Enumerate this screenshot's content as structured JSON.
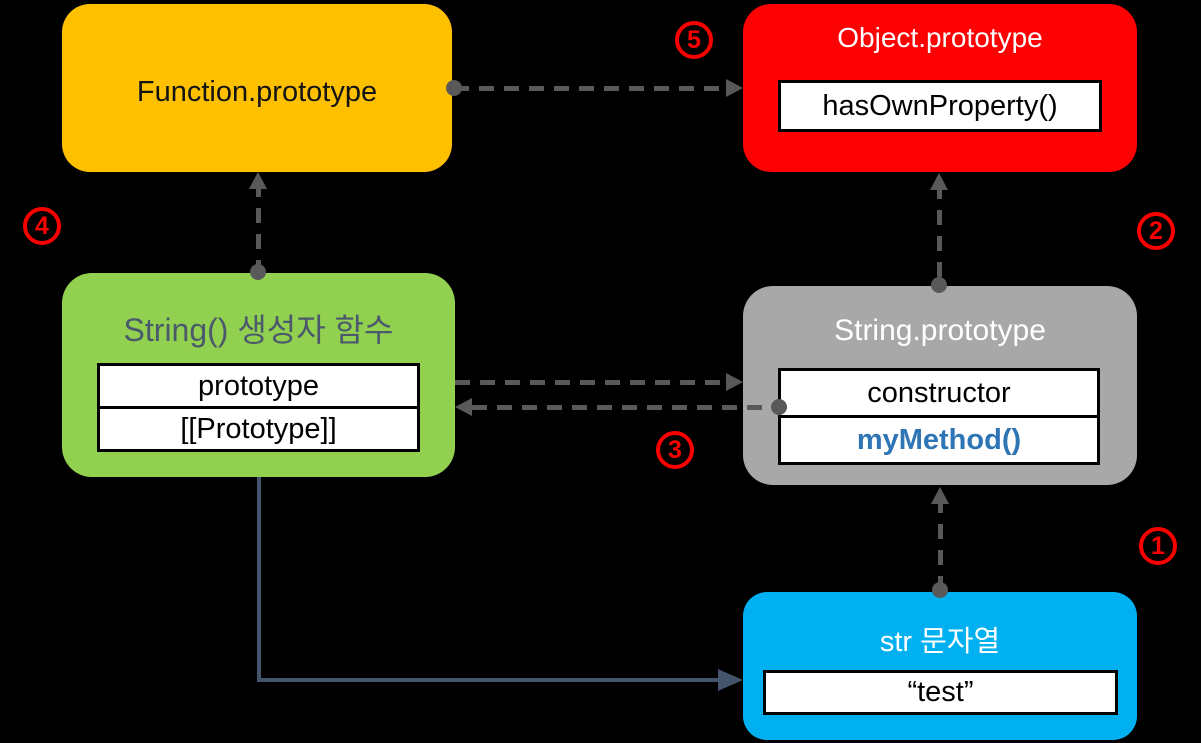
{
  "diagram": {
    "background": "#000000",
    "boxes": {
      "function_prototype": {
        "title": "Function.prototype",
        "fill": "#FFC000",
        "title_color": "#141414",
        "members": []
      },
      "object_prototype": {
        "title": "Object.prototype",
        "fill": "#FD0202",
        "title_color": "#FFFFFF",
        "members": [
          {
            "label": "hasOwnProperty()",
            "color": "#000000"
          }
        ]
      },
      "string_constructor": {
        "title": "String() 생성자 함수",
        "fill": "#92D050",
        "title_color": "#4A5A6C",
        "members": [
          {
            "label": "prototype",
            "color": "#000000"
          },
          {
            "label": "[[Prototype]]",
            "color": "#000000"
          }
        ]
      },
      "string_prototype": {
        "title": "String.prototype",
        "fill": "#A8A8A8",
        "title_color": "#FFFFFF",
        "members": [
          {
            "label": "constructor",
            "color": "#000000"
          },
          {
            "label": "myMethod()",
            "color": "#2E75B6"
          }
        ]
      },
      "str_literal": {
        "title": "str 문자열",
        "fill": "#00B0F0",
        "title_color": "#FFFFFF",
        "members": [
          {
            "label": "“test”",
            "color": "#000000"
          }
        ]
      }
    },
    "badges": [
      {
        "label": "1"
      },
      {
        "label": "2"
      },
      {
        "label": "3"
      },
      {
        "label": "4"
      },
      {
        "label": "5"
      }
    ],
    "connectors": [
      {
        "id": 1,
        "style": "dashed",
        "color": "#595959",
        "from": "str_literal.top",
        "to": "string_prototype.bottom",
        "marker_start": "dot",
        "marker_end": "arrow-up"
      },
      {
        "id": 2,
        "style": "dashed",
        "color": "#595959",
        "from": "string_prototype.top",
        "to": "object_prototype.bottom",
        "marker_start": "dot",
        "marker_end": "arrow-up"
      },
      {
        "id": 3,
        "style": "dashed",
        "color": "#595959",
        "from": "string_prototype.constructor",
        "to": "string_constructor.right",
        "marker_start": "dot",
        "marker_end": "arrow-left"
      },
      {
        "id": 4,
        "style": "dashed",
        "color": "#595959",
        "from": "string_constructor.top",
        "to": "function_prototype.bottom",
        "marker_start": "dot",
        "marker_end": "arrow-up"
      },
      {
        "id": 5,
        "style": "dashed",
        "color": "#595959",
        "from": "function_prototype.right",
        "to": "object_prototype.left",
        "marker_start": "dot",
        "marker_end": "arrow-right"
      },
      {
        "id": "prototype-link",
        "style": "dashed",
        "color": "#595959",
        "from": "string_constructor.prototype",
        "to": "string_prototype.left",
        "marker_end": "arrow-right"
      },
      {
        "id": "instance-link",
        "style": "solid",
        "color": "#44546A",
        "from": "string_constructor.bottom",
        "to": "str_literal.left",
        "marker_end": "arrow-right"
      }
    ]
  }
}
